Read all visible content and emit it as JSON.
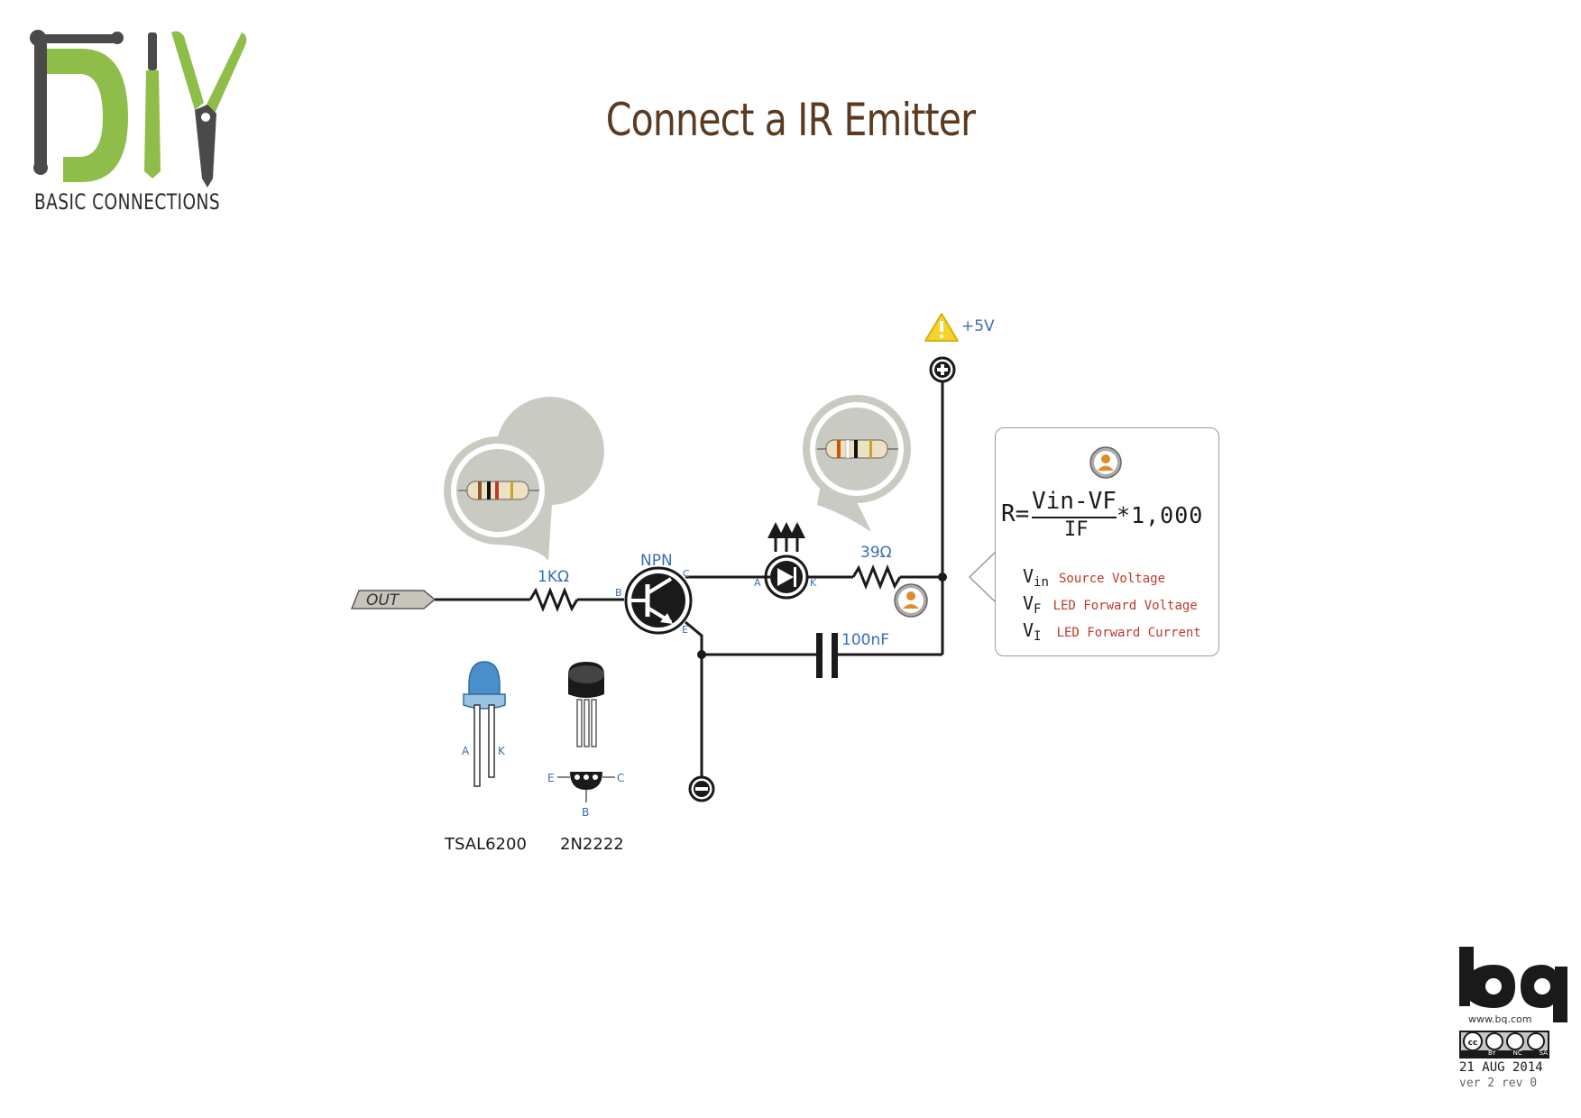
{
  "header": {
    "logo_text": "DIY",
    "subtitle": "BASIC CONNECTIONS",
    "title": "Connect a IR Emitter"
  },
  "circuit": {
    "out_label": "OUT",
    "r1_label": "1KΩ",
    "transistor_type": "NPN",
    "pin_b": "B",
    "pin_c": "C",
    "pin_e": "E",
    "led_anode": "A",
    "led_cathode": "K",
    "r2_label": "39Ω",
    "cap_label": "100nF",
    "vcc_label": "+5V"
  },
  "formula": {
    "r": "R=",
    "numerator": "Vin-VF",
    "denominator": "IF",
    "multiplier": "*1,000",
    "legend": [
      {
        "symbol": "V",
        "sub": "in",
        "desc": "Source Voltage"
      },
      {
        "symbol": "V",
        "sub": "F",
        "desc": "LED Forward Voltage"
      },
      {
        "symbol": "V",
        "sub": "I",
        "desc": "LED Forward Current"
      }
    ]
  },
  "parts": {
    "led_pin_a": "A",
    "led_pin_k": "K",
    "led_name": "TSAL6200",
    "transistor_pin_e": "E",
    "transistor_pin_c": "C",
    "transistor_pin_b": "B",
    "transistor_name": "2N2222"
  },
  "footer": {
    "brand": "bq",
    "url": "www.bq.com",
    "license": [
      "BY",
      "NC",
      "SA"
    ],
    "date": "21 AUG 2014",
    "version": "ver 2 rev 0"
  },
  "colors": {
    "accent_green": "#8fbd4a",
    "logo_gray": "#4a4a4a",
    "title_brown": "#5a3a20",
    "label_blue": "#3a6db5",
    "legend_red": "#c0392b",
    "bubble_gray": "#c9cbc3"
  }
}
